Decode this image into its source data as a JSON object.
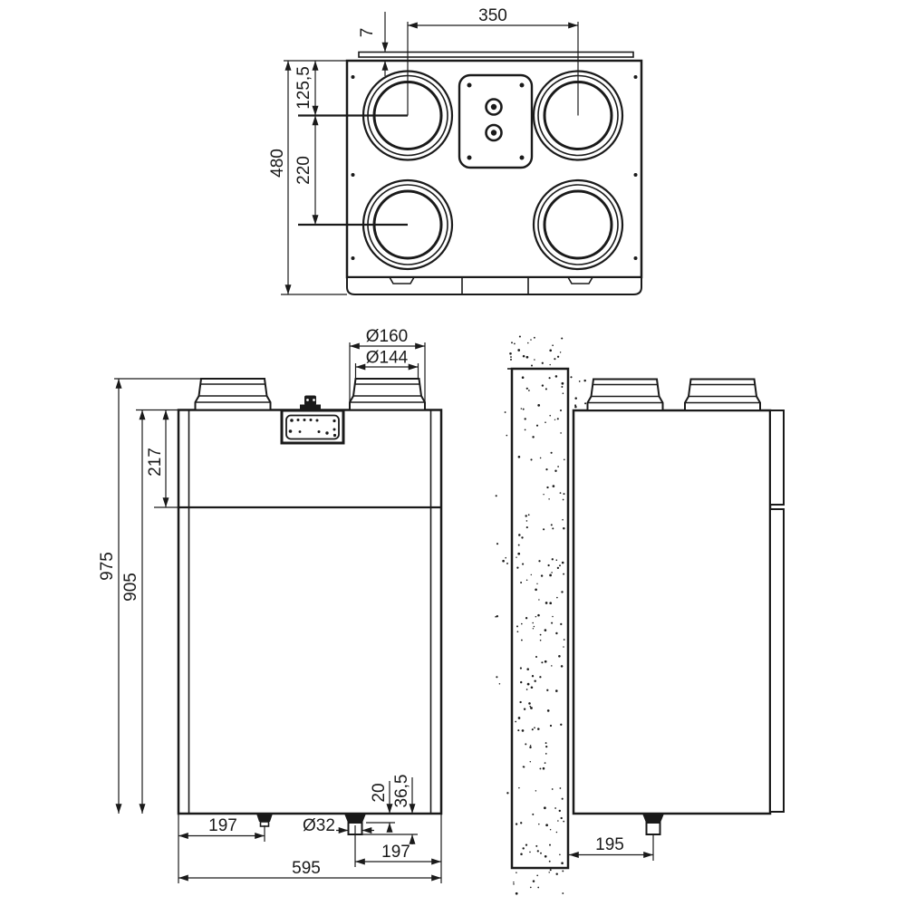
{
  "drawing": {
    "kind": "ventilation-unit-dimension-drawing",
    "units": "mm",
    "line_color": "#1a1a1a",
    "background_color": "#ffffff",
    "top_view": {
      "port_center_distance": "350",
      "bracket_offset": "7",
      "rear_to_port_center": "125,5",
      "port_row_spacing": "220",
      "depth": "480"
    },
    "front_view": {
      "duct_outer_diameter": "Ø160",
      "duct_inner_diameter": "Ø144",
      "top_section_height": "217",
      "total_height": "975",
      "body_height": "905",
      "left_drain_offset": "197",
      "drain_diameter": "Ø32",
      "drain_drop_flange": "20",
      "drain_drop_pipe": "36,5",
      "right_drain_offset": "197",
      "width": "595"
    },
    "side_view": {
      "drain_to_wall": "195"
    }
  }
}
